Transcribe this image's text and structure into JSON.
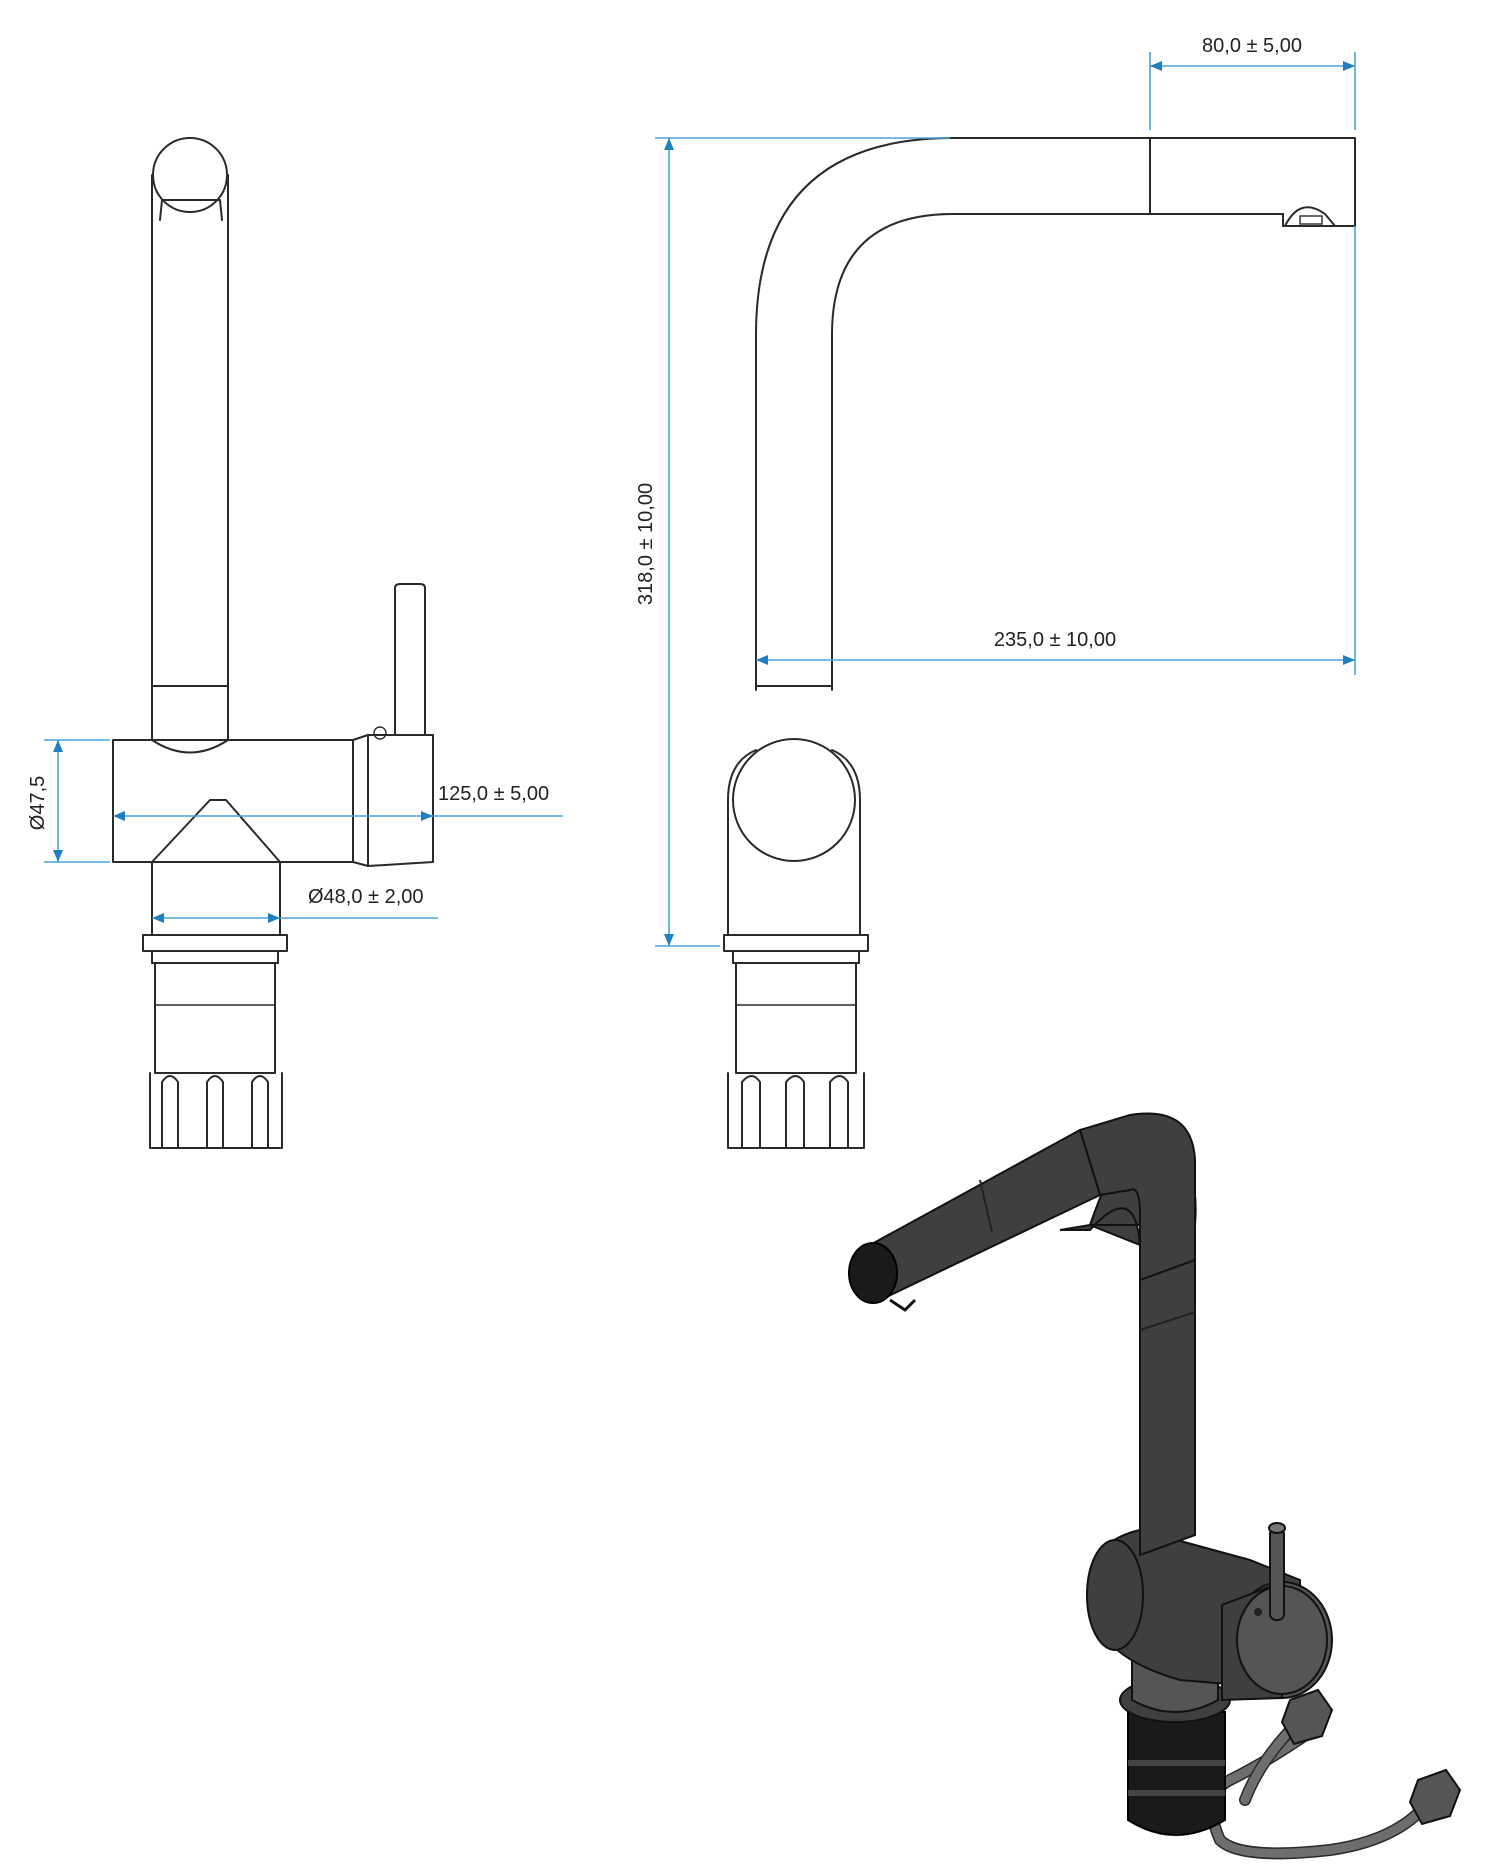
{
  "dimensions": {
    "spout_reach": "80,0 ± 5,00",
    "height": "318,0 ± 10,00",
    "projection": "235,0 ± 10,00",
    "body_length": "125,0 ± 5,00",
    "body_diameter": "Ø47,5",
    "base_diameter": "Ø48,0 ± 2,00"
  },
  "colors": {
    "dimension_line": "#4aa3d6",
    "arrowhead": "#1f7fc0",
    "outline": "#2a2a2a",
    "metal_body": "#3f3f3f"
  }
}
